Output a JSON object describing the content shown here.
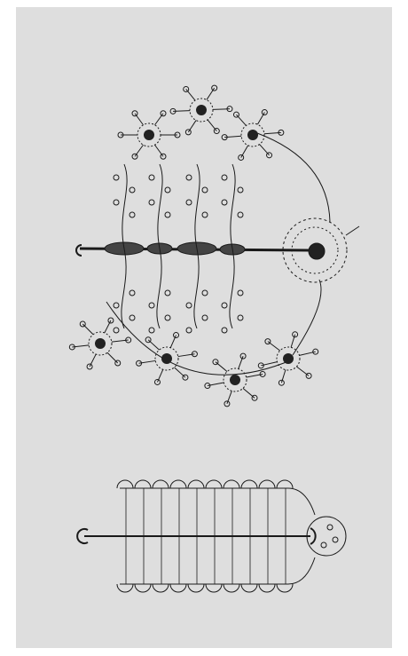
{
  "figure": {
    "panel_color": "#dedede",
    "ink_color": "#1a1a1a",
    "upper_diagram": {
      "description_icon": "neuron-network-diagram",
      "neuron_count": 8,
      "swellings_on_axon": 4
    },
    "lower_diagram": {
      "description_icon": "coiled-fiber-diagram",
      "loop_count": 10
    }
  }
}
